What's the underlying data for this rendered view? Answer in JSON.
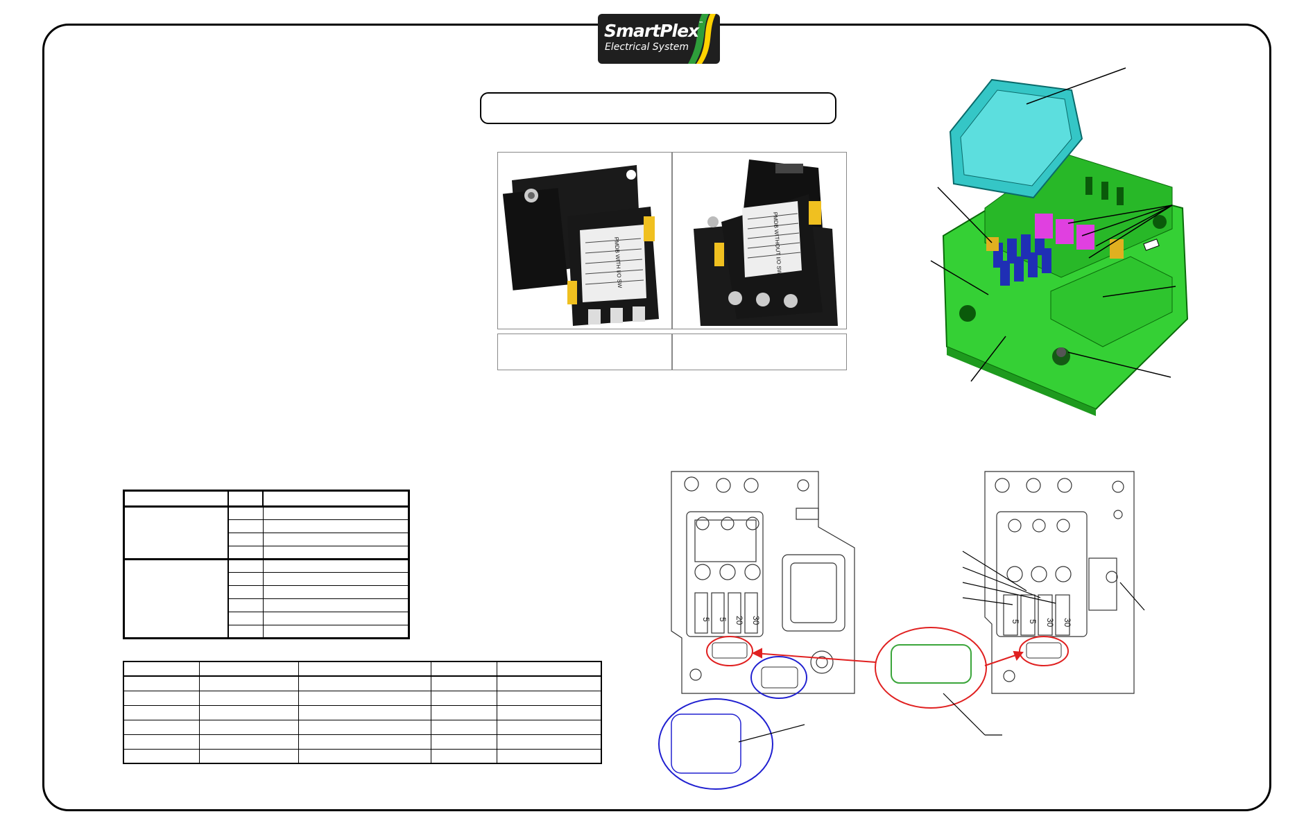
{
  "logo": {
    "line1": "SmartPlex",
    "trademark": "™",
    "line2": "Electrical System",
    "colors": {
      "background": "#1f1f1f",
      "stripe_yellow": "#ffd200",
      "stripe_green": "#2e9e3a"
    }
  },
  "photo_captions": [
    "",
    ""
  ],
  "product_labels": {
    "left_unit": "PMDB WITH I/O SW",
    "right_unit": "PMDB WITHOUT I/O SW"
  },
  "fuse_values": {
    "left_drawing": [
      "5",
      "5",
      "20",
      "30"
    ],
    "right_drawing": [
      "5",
      "5",
      "30",
      "30"
    ]
  },
  "colors": {
    "cover": "#35c6c6",
    "housing": "#35d035",
    "fuse_blue": "#1f2fb5",
    "fuse_magenta": "#e040e0",
    "highlight_red": "#e02020",
    "highlight_blue": "#2020d0",
    "connector_green": "#3aa53a"
  },
  "icons": [
    "arrow-icon",
    "screw-icon",
    "fuse-icon",
    "connector-icon"
  ]
}
